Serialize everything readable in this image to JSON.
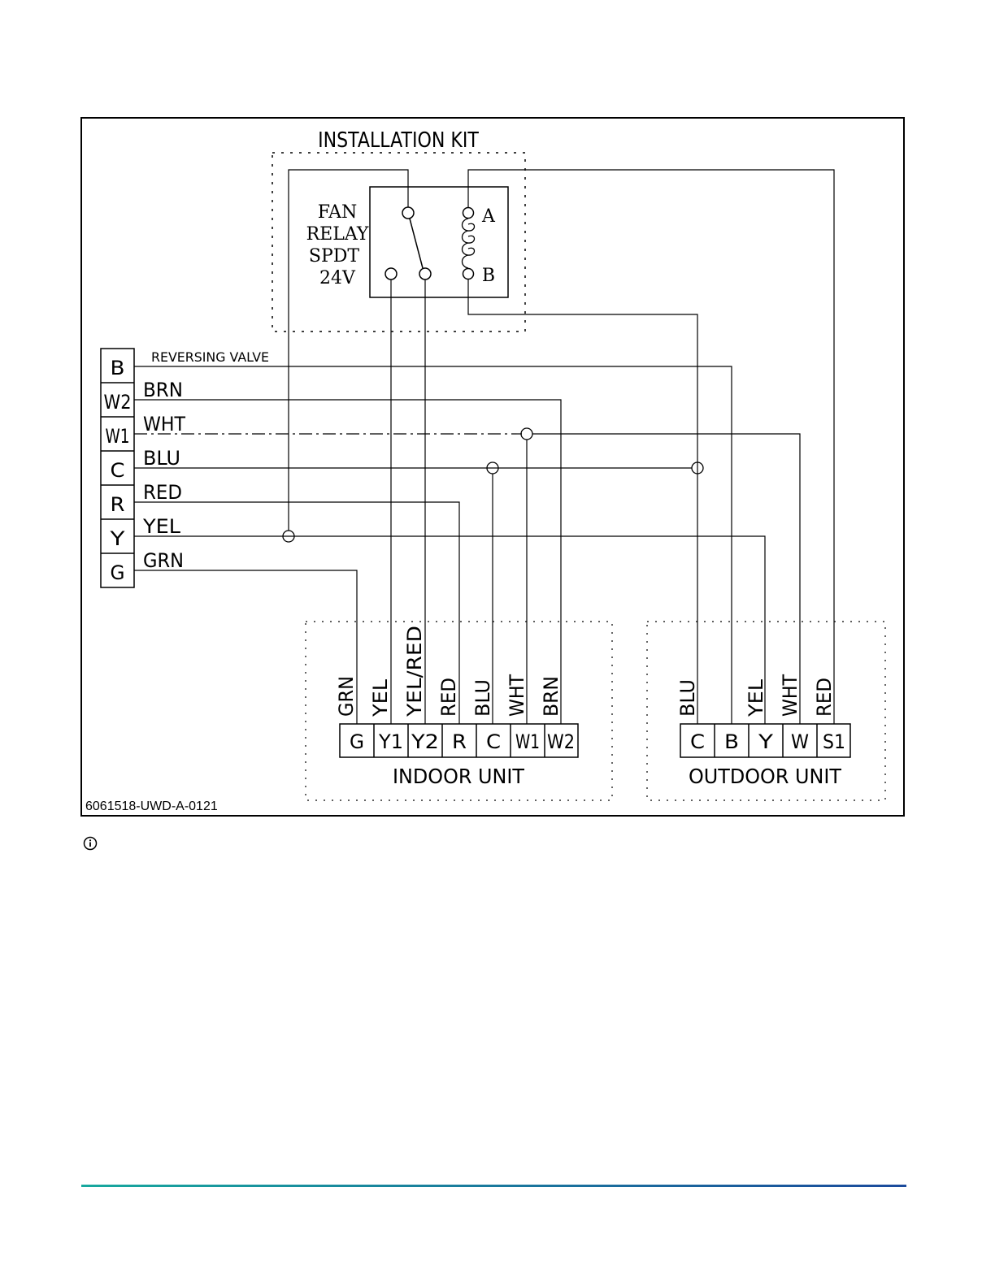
{
  "diagram": {
    "kit_title": "INSTALLATION KIT",
    "relay_lines": [
      "FAN",
      "RELAY",
      "SPDT",
      "24V"
    ],
    "relay_coil_a": "A",
    "relay_coil_b": "B",
    "reversing_valve": "REVERSING VALVE",
    "thermostat_terminals": [
      "B",
      "W2",
      "W1",
      "C",
      "R",
      "Y",
      "G"
    ],
    "thermostat_wire_labels": [
      "BRN",
      "WHT",
      "BLU",
      "RED",
      "YEL",
      "GRN"
    ],
    "indoor_unit": {
      "title": "INDOOR UNIT",
      "terminals": [
        "G",
        "Y1",
        "Y2",
        "R",
        "C",
        "W1",
        "W2"
      ],
      "wire_labels": [
        "GRN",
        "YEL",
        "YEL/RED",
        "RED",
        "BLU",
        "WHT",
        "BRN"
      ]
    },
    "outdoor_unit": {
      "title": "OUTDOOR UNIT",
      "terminals": [
        "C",
        "B",
        "Y",
        "W",
        "S1"
      ],
      "wire_labels": [
        "BLU",
        "YEL",
        "WHT",
        "RED"
      ]
    },
    "drawing_number": "6061518-UWD-A-0121"
  },
  "info_icon": "info-circle-icon",
  "colors": {
    "line": "#000000",
    "footer_gradient_start": "#17a89e",
    "footer_gradient_end": "#1b4a9c"
  }
}
